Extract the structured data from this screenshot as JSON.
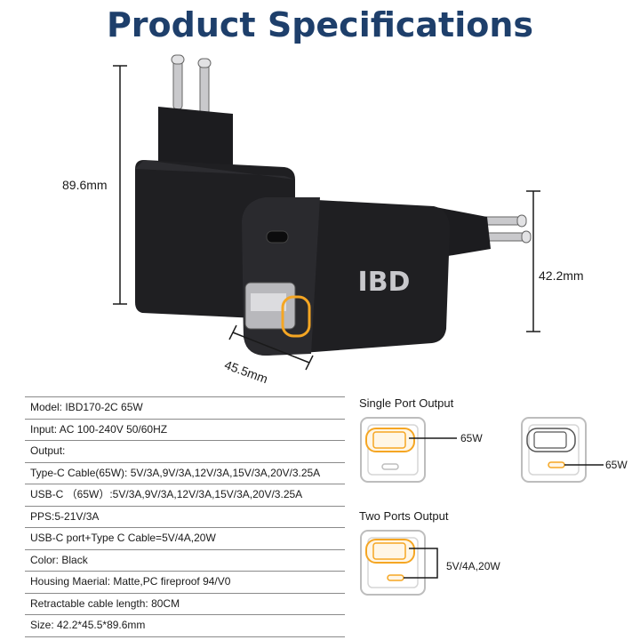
{
  "title": "Product Specifications",
  "dimensions": {
    "height": "89.6mm",
    "depth": "42.2mm",
    "width": "45.5mm"
  },
  "brand_logo": "IBD",
  "specs": [
    "Model: IBD170-2C 65W",
    "Input: AC 100-240V 50/60HZ",
    "Output:",
    "Type-C Cable(65W): 5V/3A,9V/3A,12V/3A,15V/3A,20V/3.25A",
    "USB-C （65W）:5V/3A,9V/3A,12V/3A,15V/3A,20V/3.25A",
    "PPS:5-21V/3A",
    "USB-C port+Type C Cable=5V/4A,20W",
    "Color: Black",
    "Housing Maerial: Matte,PC fireproof 94/V0",
    "Retractable cable length: 80CM",
    "Size: 42.2*45.5*89.6mm"
  ],
  "output_diagrams": {
    "single_title": "Single Port Output",
    "single_cable_label": "65W",
    "single_port_label": "65W",
    "two_title": "Two Ports Output",
    "two_label": "5V/4A,20W"
  },
  "colors": {
    "title": "#1e3f6b",
    "highlight": "#f5a623",
    "charger_body": "#1f1f22"
  }
}
